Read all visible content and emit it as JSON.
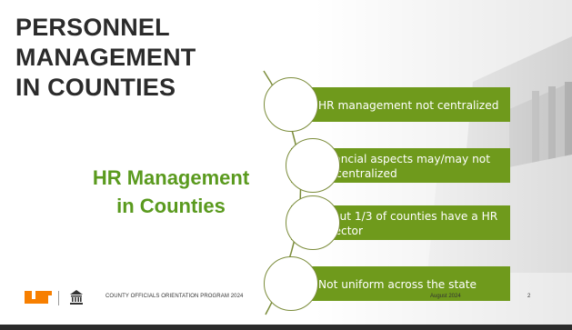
{
  "slide": {
    "title_lines": [
      "PERSONNEL MANAGEMENT",
      "IN COUNTIES"
    ],
    "center_label_lines": [
      "HR Management",
      "in Counties"
    ],
    "items": [
      {
        "label": "HR management not centralized"
      },
      {
        "label": "Financial aspects may/may not be centralized"
      },
      {
        "label": "About 1/3 of counties have a HR Director"
      },
      {
        "label": "Not uniform across the state"
      }
    ],
    "footer": {
      "program": "COUNTY OFFICIALS ORIENTATION PROGRAM 2024",
      "date": "August 2024",
      "page": "2"
    },
    "colors": {
      "title": "#2b2b2b",
      "accent_green": "#6f9a1c",
      "label_green": "#5a9a1e",
      "ut_orange": "#f77f00",
      "border": "#2b2b2b"
    },
    "icons": [
      "ut-logo-icon",
      "ctas-building-icon"
    ]
  }
}
